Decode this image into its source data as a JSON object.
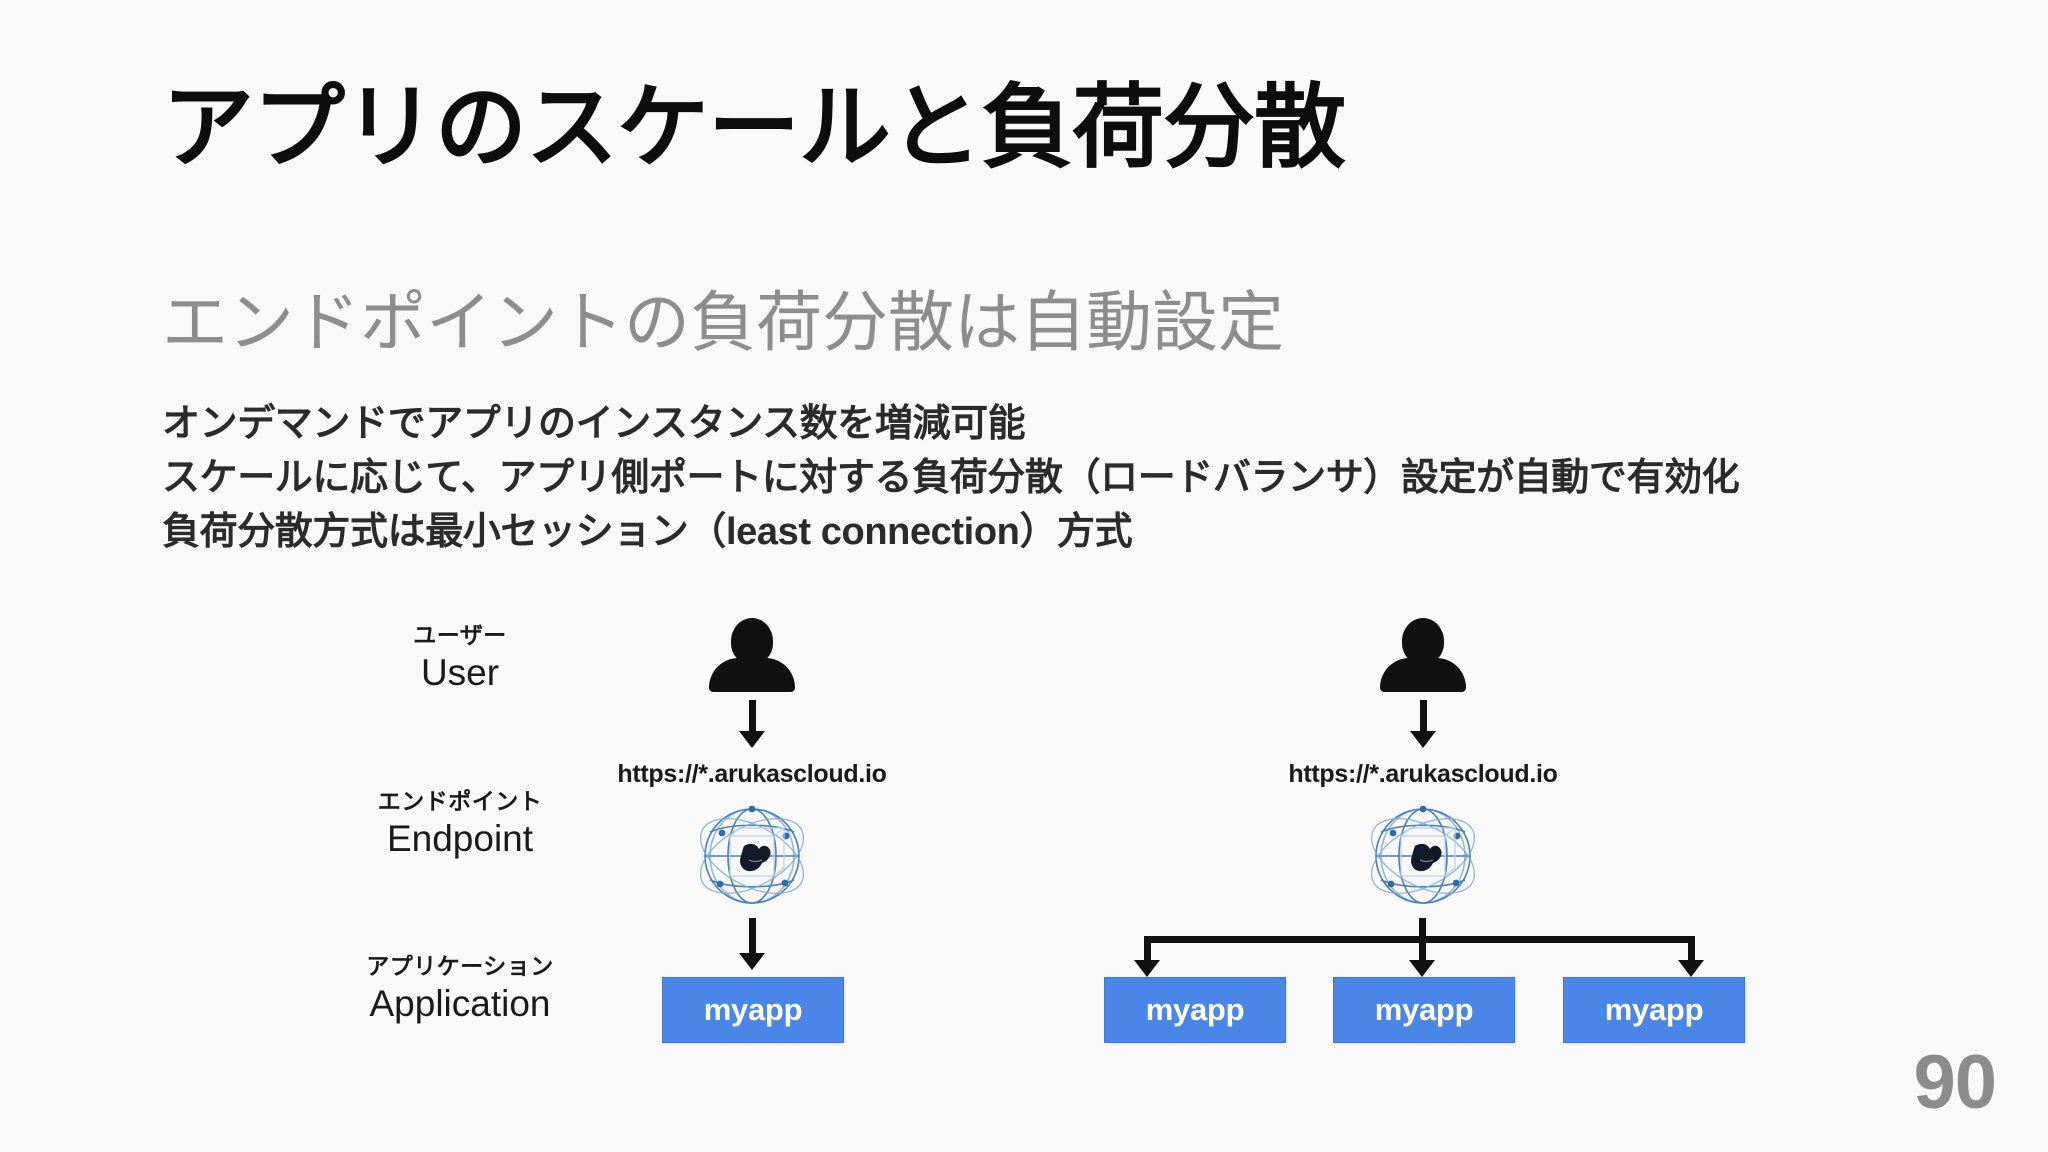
{
  "slide": {
    "title": "アプリのスケールと負荷分散",
    "subtitle": "エンドポイントの負荷分散は自動設定",
    "page_number": "90",
    "background_color": "#f9f9f9",
    "accent_color": "#4a86e8",
    "subtitle_color": "#8d8d8d",
    "body_color": "#2b2b2b"
  },
  "body": {
    "lines": [
      "オンデマンドでアプリのインスタンス数を増減可能",
      "スケールに応じて、アプリ側ポートに対する負荷分散（ロードバランサ）設定が自動で有効化",
      "負荷分散方式は最小セッション（least connection）方式"
    ]
  },
  "diagram": {
    "rows": [
      {
        "jp": "ユーザー",
        "en": "User"
      },
      {
        "jp": "エンドポイント",
        "en": "Endpoint"
      },
      {
        "jp": "アプリケーション",
        "en": "Application"
      }
    ],
    "left": {
      "url": "https://*.arukascloud.io",
      "apps": [
        "myapp"
      ]
    },
    "right": {
      "url": "https://*.arukascloud.io",
      "apps": [
        "myapp",
        "myapp",
        "myapp"
      ]
    }
  }
}
